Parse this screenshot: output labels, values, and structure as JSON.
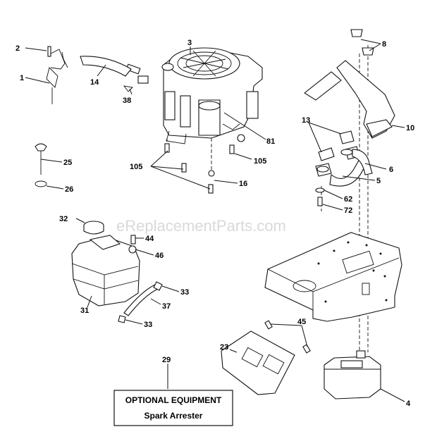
{
  "watermark": "eReplacementParts.com",
  "callouts": {
    "c1": "1",
    "c2": "2",
    "c3": "3",
    "c4": "4",
    "c5": "5",
    "c6": "6",
    "c8": "8",
    "c10": "10",
    "c13": "13",
    "c14": "14",
    "c16": "16",
    "c23": "23",
    "c25": "25",
    "c26": "26",
    "c29": "29",
    "c31": "31",
    "c32": "32",
    "c33a": "33",
    "c33b": "33",
    "c37": "37",
    "c38": "38",
    "c44": "44",
    "c45": "45",
    "c46": "46",
    "c62": "62",
    "c72": "72",
    "c81": "81",
    "c105a": "105",
    "c105b": "105"
  },
  "optional_box": {
    "title": "OPTIONAL EQUIPMENT",
    "subtitle": "Spark Arrester"
  }
}
